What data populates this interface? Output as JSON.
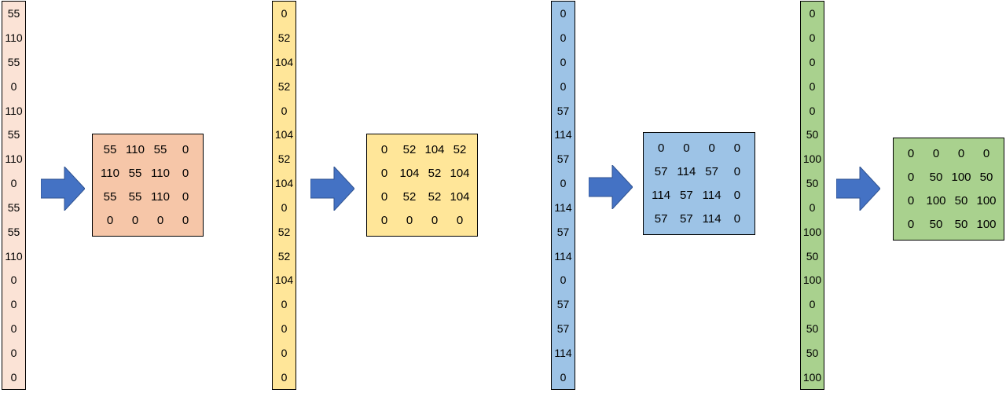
{
  "colors": {
    "pink_fill": "#fbe3d6",
    "orange_fill": "#f6c6a8",
    "yellow_fill": "#ffe699",
    "blue_fill": "#9dc3e6",
    "green_fill": "#a9d18e",
    "arrow_fill": "#4472c4"
  },
  "columns": [
    {
      "values": [
        "55",
        "110",
        "55",
        "0",
        "110",
        "55",
        "110",
        "0",
        "55",
        "55",
        "110",
        "0",
        "0",
        "0",
        "0",
        "0"
      ]
    },
    {
      "values": [
        "0",
        "52",
        "104",
        "52",
        "0",
        "104",
        "52",
        "104",
        "0",
        "52",
        "52",
        "104",
        "0",
        "0",
        "0",
        "0"
      ]
    },
    {
      "values": [
        "0",
        "0",
        "0",
        "0",
        "57",
        "114",
        "57",
        "0",
        "114",
        "57",
        "114",
        "0",
        "57",
        "57",
        "114",
        "0"
      ]
    },
    {
      "values": [
        "0",
        "0",
        "0",
        "0",
        "0",
        "50",
        "100",
        "50",
        "0",
        "100",
        "50",
        "100",
        "0",
        "50",
        "50",
        "100"
      ]
    }
  ],
  "matrices": [
    {
      "rows": [
        [
          "55",
          "110",
          "55",
          "0"
        ],
        [
          "110",
          "55",
          "110",
          "0"
        ],
        [
          "55",
          "55",
          "110",
          "0"
        ],
        [
          "0",
          "0",
          "0",
          "0"
        ]
      ]
    },
    {
      "rows": [
        [
          "0",
          "52",
          "104",
          "52"
        ],
        [
          "0",
          "104",
          "52",
          "104"
        ],
        [
          "0",
          "52",
          "52",
          "104"
        ],
        [
          "0",
          "0",
          "0",
          "0"
        ]
      ]
    },
    {
      "rows": [
        [
          "0",
          "0",
          "0",
          "0"
        ],
        [
          "57",
          "114",
          "57",
          "0"
        ],
        [
          "114",
          "57",
          "114",
          "0"
        ],
        [
          "57",
          "57",
          "114",
          "0"
        ]
      ]
    },
    {
      "rows": [
        [
          "0",
          "0",
          "0",
          "0"
        ],
        [
          "0",
          "50",
          "100",
          "50"
        ],
        [
          "0",
          "100",
          "50",
          "100"
        ],
        [
          "0",
          "50",
          "50",
          "100"
        ]
      ]
    }
  ]
}
